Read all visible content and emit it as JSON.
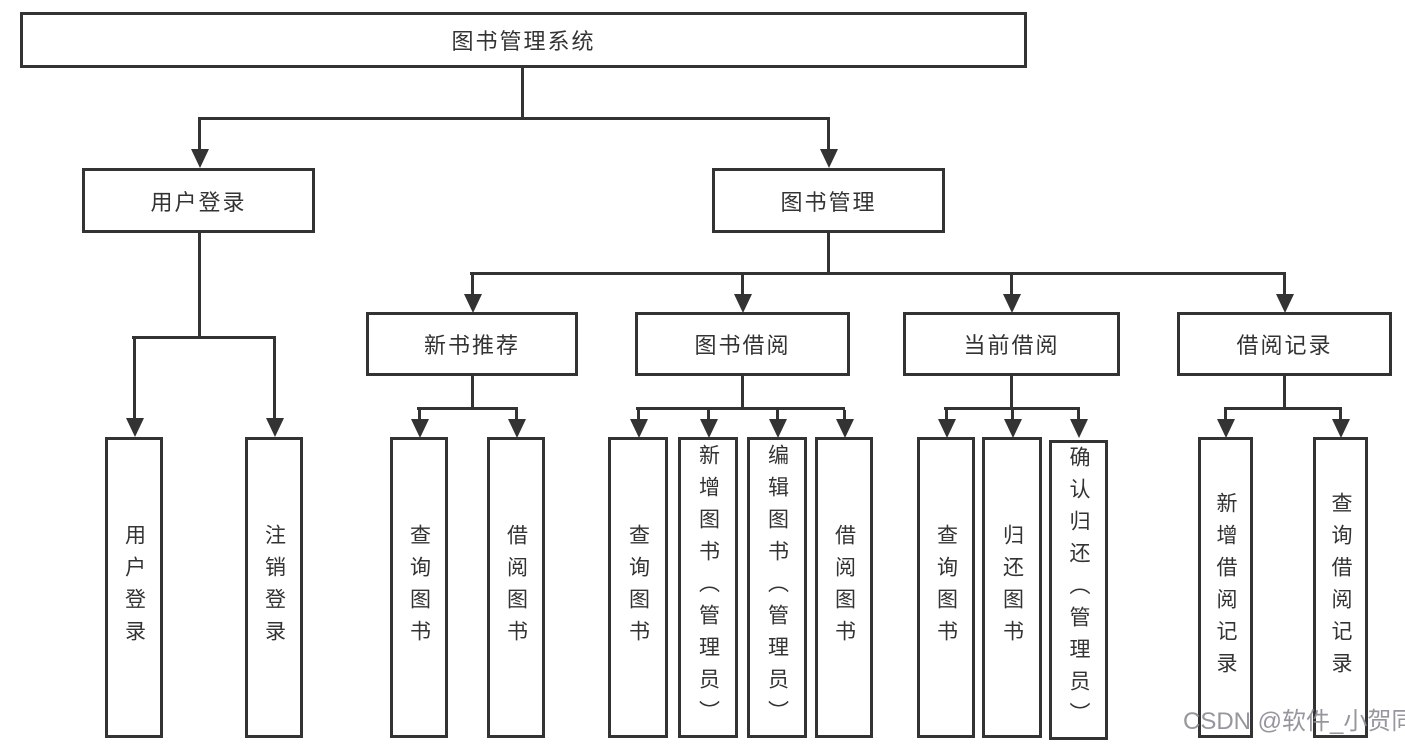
{
  "diagram_title": "图书管理系统",
  "tree": {
    "root": "图书管理系统",
    "children": [
      {
        "label": "用户登录",
        "children": [
          "用户登录",
          "注销登录"
        ]
      },
      {
        "label": "图书管理",
        "children": [
          {
            "label": "新书推荐",
            "children": [
              "查询图书",
              "借阅图书"
            ]
          },
          {
            "label": "图书借阅",
            "children": [
              "查询图书",
              "新增图书（管理员）",
              "编辑图书（管理员）",
              "借阅图书"
            ]
          },
          {
            "label": "当前借阅",
            "children": [
              "查询图书",
              "归还图书",
              "确认归还（管理员）"
            ]
          },
          {
            "label": "借阅记录",
            "children": [
              "新增借阅记录",
              "查询借阅记录"
            ]
          }
        ]
      }
    ]
  },
  "watermark": {
    "text": "CSDN @软件_小贺同学"
  },
  "colors": {
    "line": "#333333",
    "text": "#333333",
    "background": "#ffffff",
    "watermark": "#8b8b93"
  }
}
